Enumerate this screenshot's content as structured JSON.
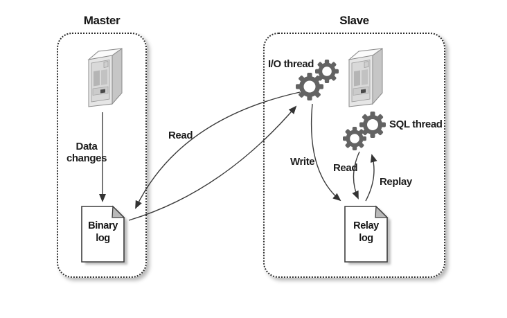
{
  "master": {
    "title": "Master",
    "data_changes": {
      "line1": "Data",
      "line2": "changes"
    },
    "binary_log": {
      "line1": "Binary",
      "line2": "log"
    }
  },
  "slave": {
    "title": "Slave",
    "io_thread_label": "I/O thread",
    "sql_thread_label": "SQL thread",
    "relay_log": {
      "line1": "Relay",
      "line2": "log"
    }
  },
  "arrows": {
    "read_master_label": "Read",
    "write_label": "Write",
    "read_slave_label": "Read",
    "replay_label": "Replay"
  },
  "icons": {
    "master_server": "server-tower-icon",
    "slave_server": "server-tower-icon",
    "io_thread": "gears-icon",
    "sql_thread": "gears-icon",
    "binary_log": "document-icon",
    "relay_log": "document-icon"
  },
  "colors": {
    "gear": "#636363",
    "arrow_line": "#3a3a3a",
    "box_border": "#2e2e2e",
    "document_fold": "#b9b9b9",
    "shadow": "#b9b9b9",
    "background": "#ffffff"
  }
}
